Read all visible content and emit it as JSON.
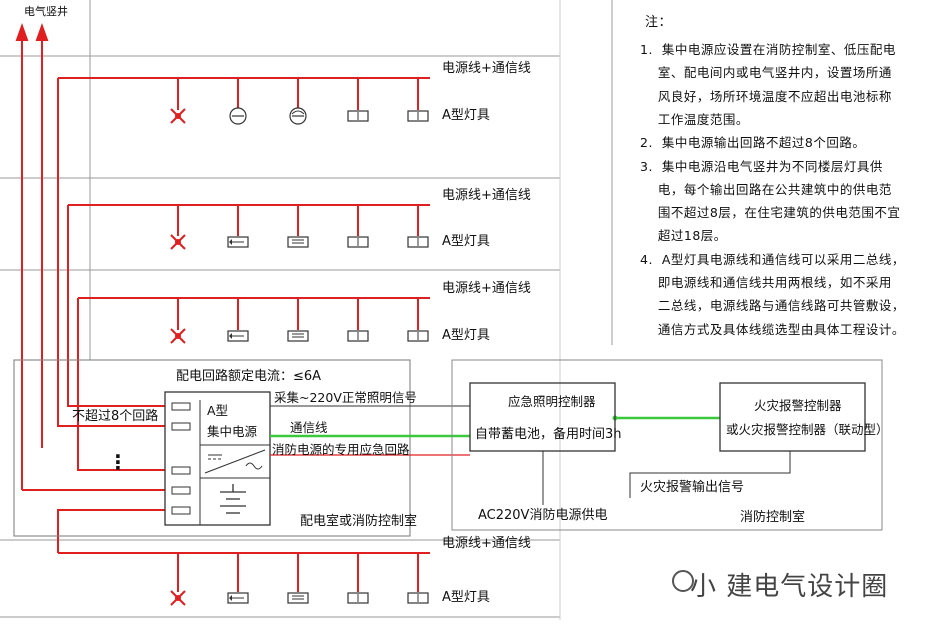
{
  "shaft_label": "电气竖井",
  "floor_branches": [
    {
      "line_label": "电源线+通信线",
      "lamp_label": "A型灯具"
    },
    {
      "line_label": "电源线+通信线",
      "lamp_label": "A型灯具"
    },
    {
      "line_label": "电源线+通信线",
      "lamp_label": "A型灯具"
    },
    {
      "line_label": "电源线+通信线",
      "lamp_label": "A型灯具"
    }
  ],
  "notes": {
    "heading": "注：",
    "lines": [
      "1.  集中电源应设置在消防控制室、低压配电",
      "    室、配电间内或电气竖井内，设置场所通",
      "    风良好，场所环境温度不应超出电池标称",
      "    工作温度范围。",
      "2.  集中电源输出回路不超过8个回路。",
      "3.  集中电源沿电气竖井为不同楼层灯具供",
      "    电，每个输出回路在公共建筑中的供电范",
      "    围不超过8层，在住宅建筑的供电范围不宜",
      "    超过18层。",
      "4.  A型灯具电源线和通信线可以采用二总线，",
      "    即电源线和通信线共用两根线，如不采用",
      "    二总线，电源线路与通信线路可共管敷设，",
      "    通信方式及具体线缆选型由具体工程设计。"
    ]
  },
  "power_unit": {
    "rated_current": "配电回路额定电流：≤6A",
    "max_circuits": "不超过8个回路",
    "name_line1": "A型",
    "name_line2": "集中电源",
    "ac_signal": "采集~220V正常照明信号",
    "comm_line": "通信线",
    "dedicated_circuit": "消防电源的专用应急回路",
    "room": "配电室或消防控制室",
    "ellipsis": "⋮"
  },
  "controller": {
    "title": "应急照明控制器",
    "battery": "自带蓄电池，备用时间3h",
    "supply": "AC220V消防电源供电"
  },
  "fire_alarm": {
    "line1": "火灾报警控制器",
    "line2": "或火灾报警控制器（联动型）",
    "output": "火灾报警输出信号",
    "room": "消防控制室"
  },
  "watermark": "小  建电气设计圈",
  "colors": {
    "power": "#e02020",
    "comm": "#3cc83c",
    "ink": "#111111",
    "grid": "#999999"
  }
}
